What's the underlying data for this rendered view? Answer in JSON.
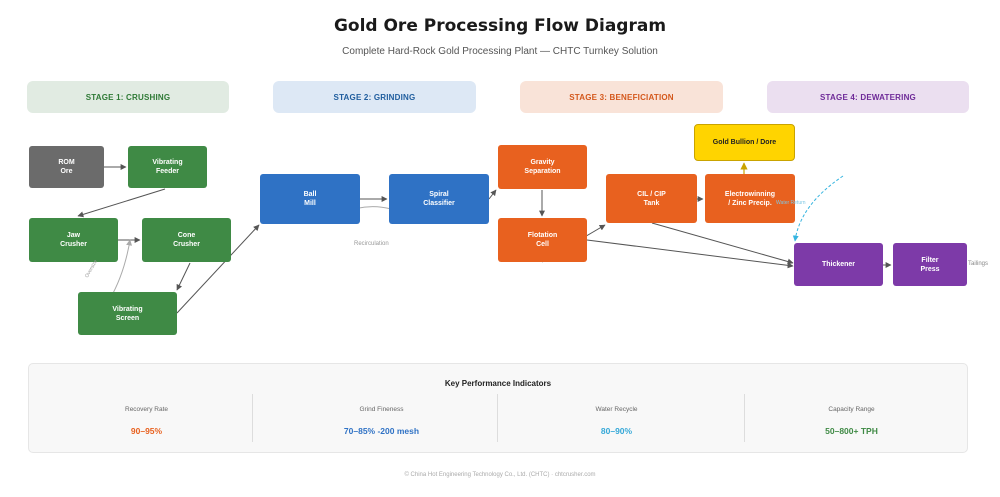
{
  "title": "Gold Ore Processing Flow Diagram",
  "subtitle": "Complete Hard-Rock Gold Processing Plant — CHTC Turnkey Solution",
  "colors": {
    "crushing": "#3f8a45",
    "grinding": "#2f72c5",
    "beneficiation": "#e8611f",
    "dewatering": "#7d3aa8",
    "rom": "#6b6b6b",
    "bullion": "#ffd400"
  },
  "stages": [
    {
      "label": "STAGE 1: CRUSHING"
    },
    {
      "label": "STAGE 2: GRINDING"
    },
    {
      "label": "STAGE 3: BENEFICIATION"
    },
    {
      "label": "STAGE 4: DEWATERING"
    }
  ],
  "nodes": {
    "rom_ore": "ROM\nOre",
    "vibrating_feeder": "Vibrating\nFeeder",
    "jaw_crusher": "Jaw\nCrusher",
    "cone_crusher": "Cone\nCrusher",
    "vibrating_screen": "Vibrating\nScreen",
    "ball_mill": "Ball\nMill",
    "spiral_classifier": "Spiral\nClassifier",
    "gravity_separation": "Gravity\nSeparation",
    "flotation_cell": "Flotation\nCell",
    "cil_cip_tank": "CIL / CIP\nTank",
    "electrowinning": "Electrowinning\n/ Zinc Precip.",
    "gold_bullion": "Gold Bullion / Dore",
    "thickener": "Thickener",
    "filter_press": "Filter\nPress"
  },
  "notes": {
    "recirculation": "Recirculation",
    "tailings": "Tailings",
    "oversize": "Oversize",
    "water_return": "Water Return"
  },
  "kpi": {
    "title": "Key Performance Indicators",
    "items": [
      {
        "label": "Recovery Rate",
        "value": "90–95%",
        "color": "#e8611f"
      },
      {
        "label": "Grind Fineness",
        "value": "70–85% -200 mesh",
        "color": "#2f72c5"
      },
      {
        "label": "Water Recycle",
        "value": "80–90%",
        "color": "#35a8d8"
      },
      {
        "label": "Capacity Range",
        "value": "50–800+ TPH",
        "color": "#3f8a45"
      }
    ]
  },
  "footer": "© China Hot Engineering Technology Co., Ltd. (CHTC) · chtcrusher.com"
}
